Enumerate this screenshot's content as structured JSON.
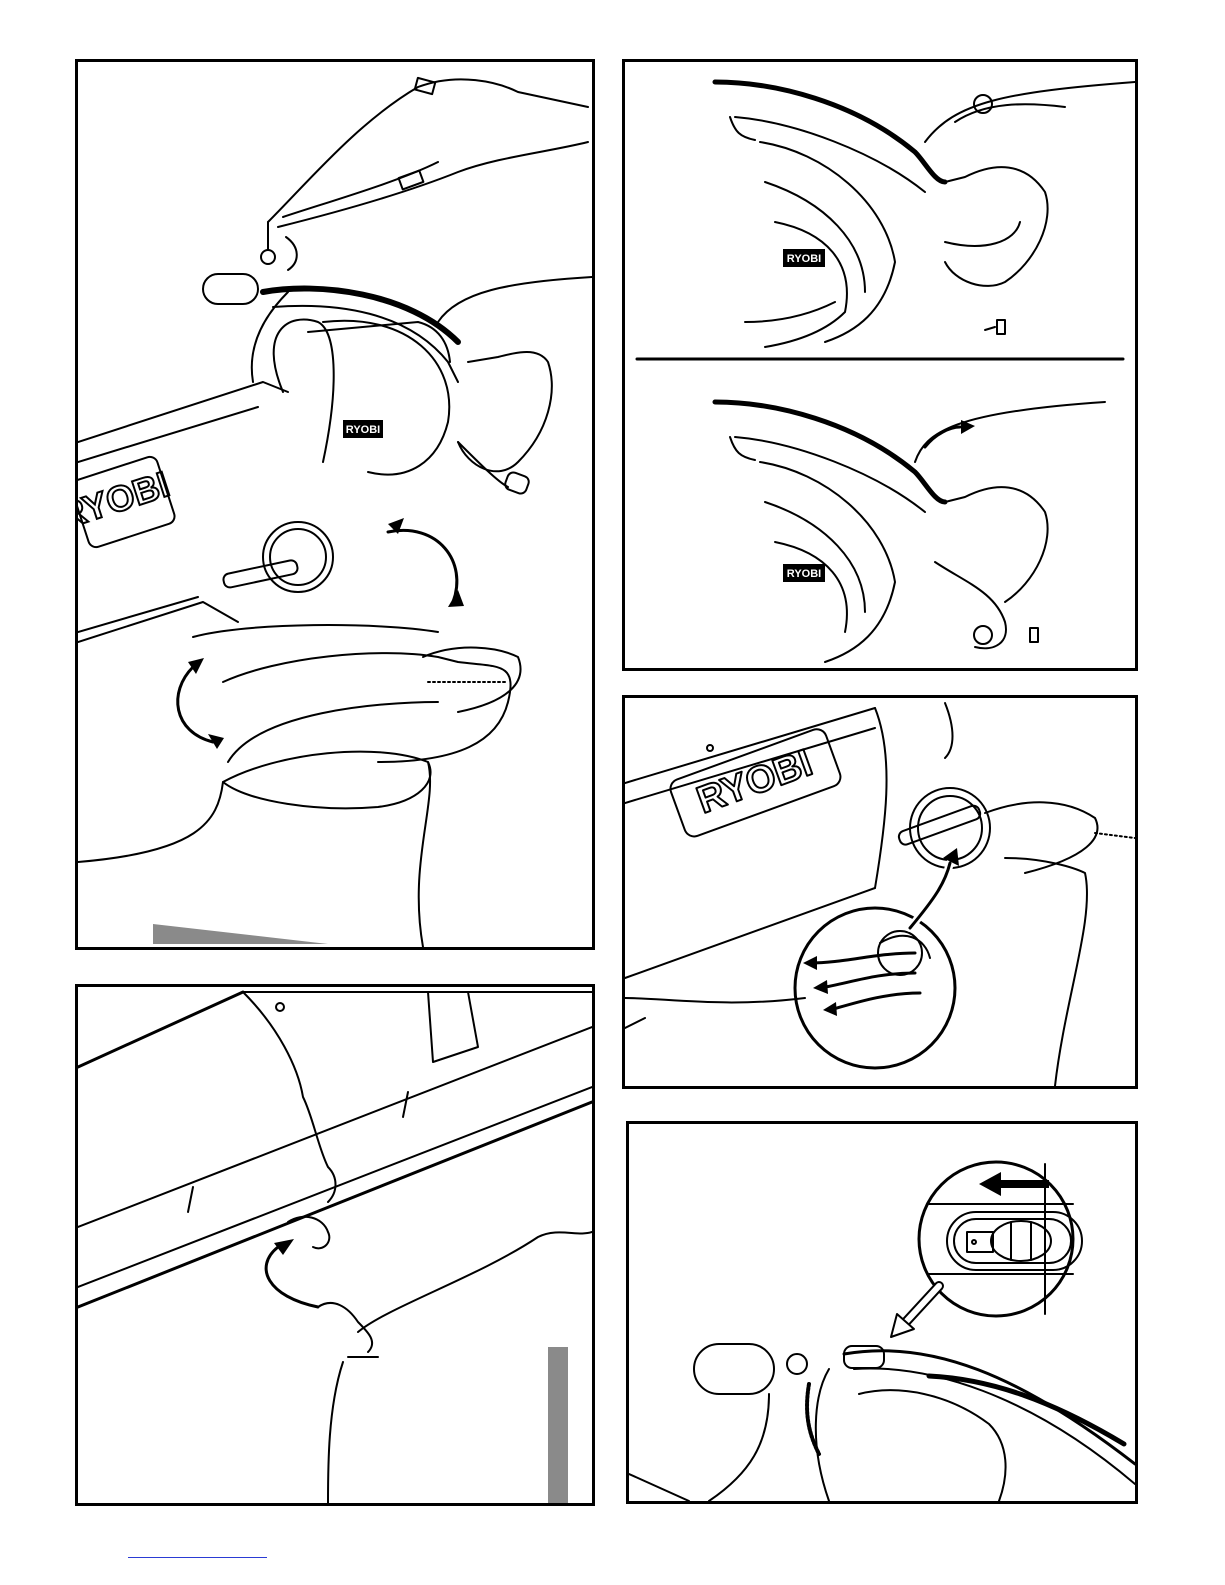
{
  "brand": {
    "name": "RYOBI",
    "mark": "®"
  },
  "colors": {
    "ink": "#000000",
    "shade": "#8a8a8a",
    "link_underline": "#2a3bd4"
  },
  "panels": [
    {
      "id": "strap-and-bag-attach",
      "icons": [
        "shoulder-strap",
        "rotation-arrow-icon",
        "blower-vacuum"
      ]
    },
    {
      "id": "bag-clip",
      "icons": [
        "bag-clip",
        "curved-arrow-icon"
      ]
    },
    {
      "id": "cord-retainer",
      "icons": [
        "cord-loop",
        "plug",
        "arrow-icon"
      ]
    },
    {
      "id": "selector-dial",
      "icons": [
        "selector-dial",
        "airflow-arrows-icon"
      ]
    },
    {
      "id": "speed-switch",
      "icons": [
        "slide-switch",
        "left-arrow-icon",
        "pointer-arrow-icon"
      ]
    }
  ]
}
